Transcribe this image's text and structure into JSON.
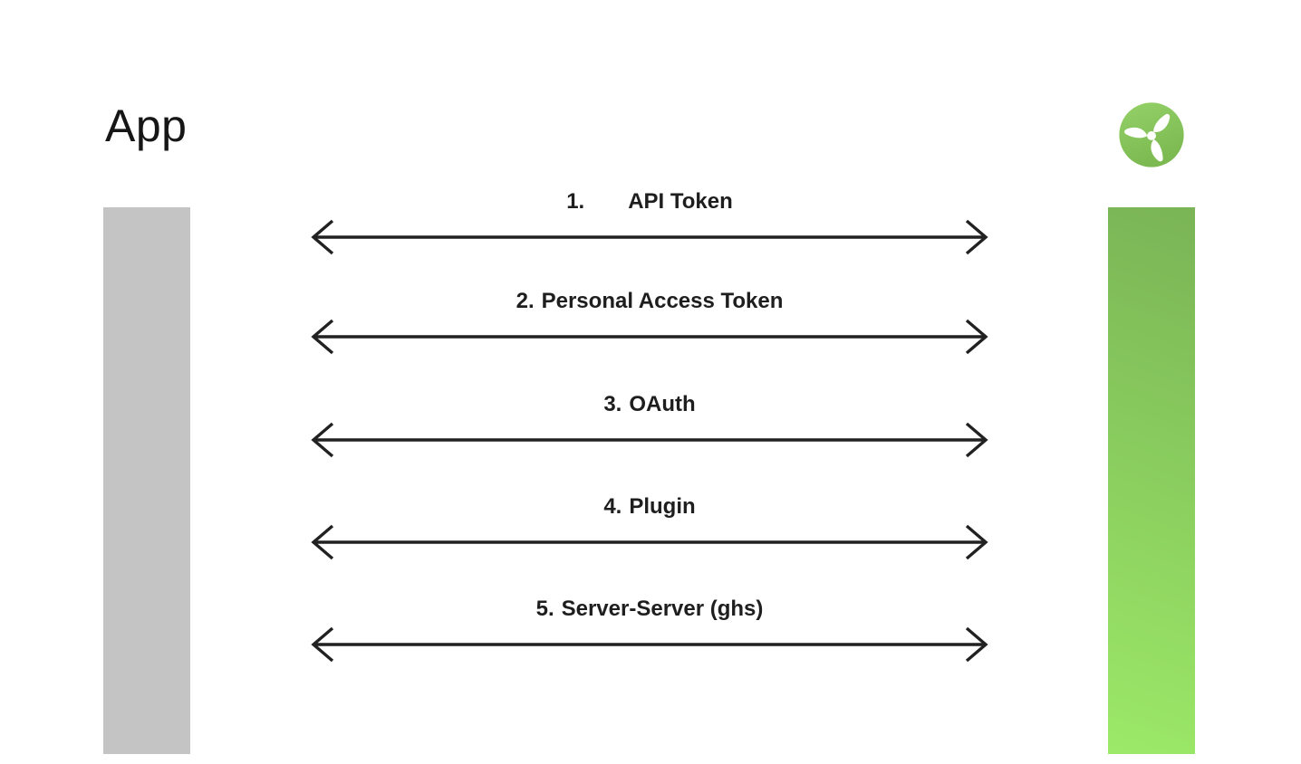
{
  "app": {
    "title": "App"
  },
  "logo": {
    "name": "wind-turbine-logo"
  },
  "connections": [
    {
      "number": "1.",
      "label": "API Token"
    },
    {
      "number": "2.",
      "label": "Personal Access Token"
    },
    {
      "number": "3.",
      "label": "OAuth"
    },
    {
      "number": "4.",
      "label": "Plugin"
    },
    {
      "number": "5.",
      "label": "Server-Server (ghs)"
    }
  ],
  "colors": {
    "background": "#ffffff",
    "title_text": "#161616",
    "label_text": "#1e1e1e",
    "arrow": "#212121",
    "gray_bar": "#c4c4c4",
    "green_top": "#7ab456",
    "green_bottom": "#9ce968",
    "logo_light": "#94d168",
    "logo_dark": "#7cba51",
    "blade": "#ffffff"
  }
}
